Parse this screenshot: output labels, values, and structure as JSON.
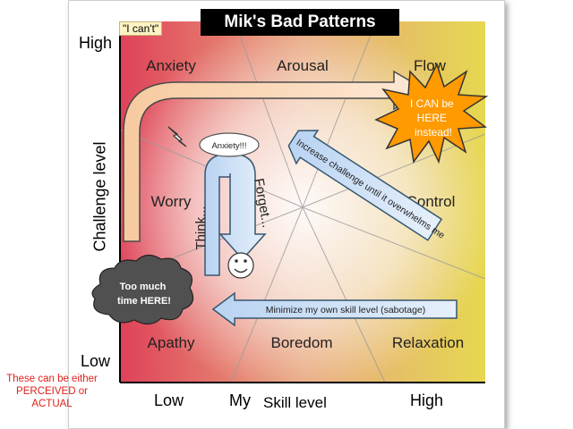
{
  "title": "Mik's Bad Patterns",
  "tag": "\"I can't\"",
  "axes": {
    "y_label": "Challenge level",
    "y_high": "High",
    "y_low": "Low",
    "x_label_prefix": "My",
    "x_label": "Skill level",
    "x_low": "Low",
    "x_high": "High"
  },
  "zones": {
    "anxiety": "Anxiety",
    "arousal": "Arousal",
    "flow": "Flow",
    "worry": "Worry",
    "control": "Control",
    "apathy": "Apathy",
    "boredom": "Boredom",
    "relaxation": "Relaxation"
  },
  "callouts": {
    "burst": [
      "I CAN be",
      "HERE",
      "instead!"
    ],
    "anxiety_bubble": "Anxiety!!!",
    "think": "Think...",
    "forget": "Forget...",
    "increase_challenge": "Increase challenge until it overwhelms me",
    "minimize_skill": "Minimize my own skill level (sabotage)",
    "cloud": [
      "Too much",
      "time HERE!"
    ],
    "smiley": "☺"
  },
  "note": [
    "These can be either",
    "PERCEIVED or",
    "ACTUAL"
  ],
  "colors": {
    "anxiety": "#e8202a",
    "flow": "#f0e81e",
    "apathy": "#2f6fd6",
    "relaxation": "#2fc42f",
    "arrow_fill": "#cfe0f5",
    "arrow_stroke": "#36566f",
    "big_arrow": "#f5c08a",
    "burst": "#ff9900",
    "note": "#e0201b"
  }
}
